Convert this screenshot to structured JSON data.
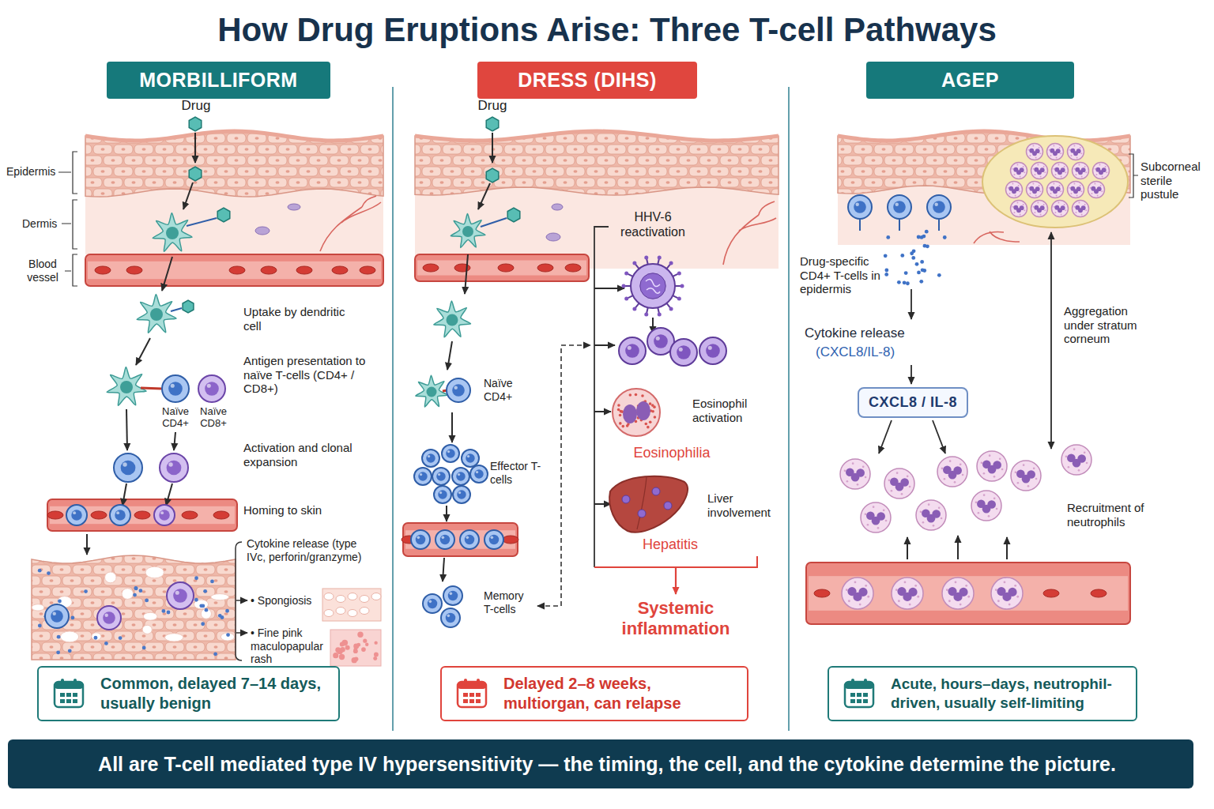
{
  "diagram": {
    "title": "How Drug Eruptions Arise: Three T-cell Pathways",
    "caption": "All are T-cell mediated type IV hypersensitivity — the timing, the cell, and the cytokine determine the picture.",
    "nodes": [
      {
        "text": [
          "MORBILLIFORM"
        ]
      },
      {
        "text": [
          "DRESS (DIHS)"
        ]
      },
      {
        "text": [
          "AGEP"
        ]
      },
      {
        "text": [
          "CXCL8 / IL-8"
        ]
      },
      {
        "text": [
          "Common, delayed 7–14 days, usually benign"
        ]
      },
      {
        "text": [
          "Delayed 2–8 weeks, multiorgan, can relapse"
        ]
      },
      {
        "text": [
          "Acute, hours–days, neutrophil-driven, usually self-limiting"
        ]
      }
    ],
    "labels": [
      "Drug",
      "Epidermis",
      "Dermis",
      "Blood vessel",
      "Uptake by dendritic cell",
      "Antigen presentation to naïve T-cells (CD4+ / CD8+)",
      "Naïve CD4+",
      "Naïve CD8+",
      "Activation and clonal expansion",
      "Homing to skin",
      "Cytokine release (type IVc, perforin/granzyme)",
      "• Spongiosis",
      "• Fine pink maculopapular rash",
      "Drug",
      "HHV-6 reactivation",
      "Naïve CD4+",
      "Effector T-cells",
      "Memory T-cells",
      "Eosinophil activation",
      "Eosinophilia",
      "Liver involvement",
      "Hepatitis",
      "Systemic inflammation",
      "Subcorneal sterile pustule",
      "Drug-specific CD4+ T-cells in epidermis",
      "Cytokine release",
      "(CXCL8/IL-8)",
      "Aggregation under stratum corneum",
      "Recruitment of neutrophils"
    ]
  }
}
